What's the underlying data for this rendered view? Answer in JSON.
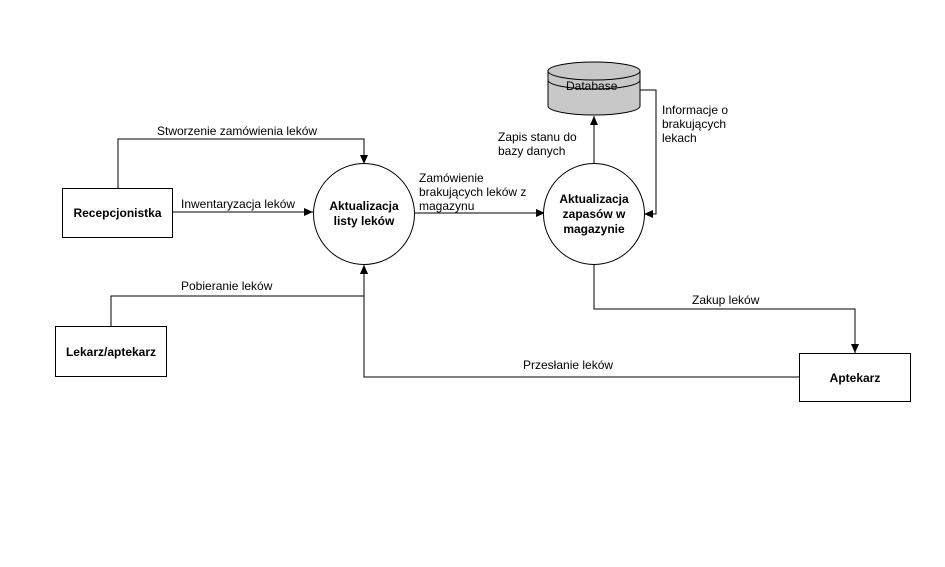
{
  "entities": {
    "recepcjonistka": "Recepcjonistka",
    "lekarz": "Lekarz/aptekarz",
    "aptekarz": "Aptekarz"
  },
  "processes": {
    "aktualizacja_listy": "Aktualizacja\nlisty leków",
    "aktualizacja_zapasow": "Aktualizacja\nzapasów w\nmagazynie"
  },
  "datastore": {
    "label": "Database"
  },
  "flows": {
    "stworzenie": "Stworzenie zamówienia leków",
    "inwentaryzacja": "Inwentaryzacja leków",
    "pobieranie": "Pobieranie leków",
    "zamowienie": "Zamówienie\nbrakujących leków z\nmagazynu",
    "zapis": "Zapis stanu do\nbazy danych",
    "informacje": "Informacje o\nbrakujących\nlekach",
    "zakup": "Zakup leków",
    "przeslanie": "Przesłanie leków"
  },
  "colors": {
    "line": "#000000",
    "db_fill": "#c8c8c8"
  }
}
